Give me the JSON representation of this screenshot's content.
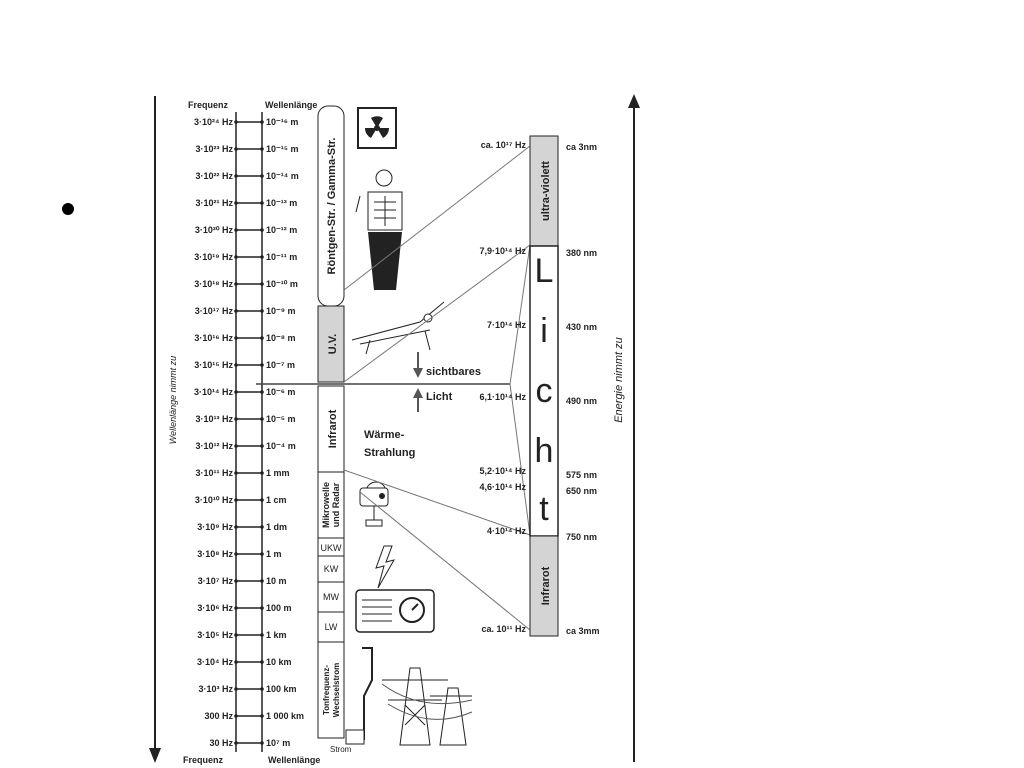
{
  "headers": {
    "freq_top": "Frequenz",
    "wave_top": "Wellenlänge",
    "freq_bottom": "Frequenz",
    "wave_bottom": "Wellenlänge"
  },
  "axes": {
    "left_label": "Wellenlänge nimmt zu",
    "right_label": "Energie nimmt zu"
  },
  "scale_rows": [
    {
      "f": "3·10²⁴ Hz",
      "w": "10⁻¹⁶ m"
    },
    {
      "f": "3·10²³ Hz",
      "w": "10⁻¹⁵ m"
    },
    {
      "f": "3·10²² Hz",
      "w": "10⁻¹⁴ m"
    },
    {
      "f": "3·10²¹ Hz",
      "w": "10⁻¹³ m"
    },
    {
      "f": "3·10²⁰ Hz",
      "w": "10⁻¹² m"
    },
    {
      "f": "3·10¹⁹ Hz",
      "w": "10⁻¹¹ m"
    },
    {
      "f": "3·10¹⁸ Hz",
      "w": "10⁻¹⁰ m"
    },
    {
      "f": "3·10¹⁷ Hz",
      "w": "10⁻⁹ m"
    },
    {
      "f": "3·10¹⁶ Hz",
      "w": "10⁻⁸ m"
    },
    {
      "f": "3·10¹⁵ Hz",
      "w": "10⁻⁷ m"
    },
    {
      "f": "3·10¹⁴ Hz",
      "w": "10⁻⁶ m"
    },
    {
      "f": "3·10¹³ Hz",
      "w": "10⁻⁵ m"
    },
    {
      "f": "3·10¹² Hz",
      "w": "10⁻⁴ m"
    },
    {
      "f": "3·10¹¹ Hz",
      "w": "1 mm"
    },
    {
      "f": "3·10¹⁰ Hz",
      "w": "1 cm"
    },
    {
      "f": "3·10⁹ Hz",
      "w": "1 dm"
    },
    {
      "f": "3·10⁸ Hz",
      "w": "1 m"
    },
    {
      "f": "3·10⁷ Hz",
      "w": "10 m"
    },
    {
      "f": "3·10⁶ Hz",
      "w": "100 m"
    },
    {
      "f": "3·10⁵ Hz",
      "w": "1 km"
    },
    {
      "f": "3·10⁴ Hz",
      "w": "10 km"
    },
    {
      "f": "3·10³ Hz",
      "w": "100 km"
    },
    {
      "f": "300 Hz",
      "w": "1 000 km"
    },
    {
      "f": "30 Hz",
      "w": "10⁷ m"
    }
  ],
  "bands": {
    "gamma": "Röntgen-Str. / Gamma-Str.",
    "uv": "U.V.",
    "infrared": "Infrarot",
    "microwave_line1": "Mikrowelle",
    "microwave_line2": "und Radar",
    "ukw": "UKW",
    "kw": "KW",
    "mw": "MW",
    "lw": "LW",
    "ton_line1": "Tonfrequenz-",
    "ton_line2": "Wechselstrom",
    "strom": "Strom"
  },
  "middle": {
    "visible_line1": "sichtbares",
    "visible_line2": "Licht",
    "heat_line1": "Wärme-",
    "heat_line2": "Strahlung"
  },
  "zoom": {
    "uv_label": "ultra-violett",
    "light_letters": [
      "L",
      "i",
      "c",
      "h",
      "t"
    ],
    "ir_label": "Infrarot",
    "freqs": [
      {
        "label": "ca. 10¹⁷ Hz"
      },
      {
        "label": "7,9·10¹⁴ Hz"
      },
      {
        "label": "7·10¹⁴ Hz"
      },
      {
        "label": "6,1·10¹⁴ Hz"
      },
      {
        "label": "5,2·10¹⁴ Hz"
      },
      {
        "label": "4,6·10¹⁴ Hz"
      },
      {
        "label": "4·10¹⁴ Hz"
      },
      {
        "label": "ca. 10¹¹ Hz"
      }
    ],
    "waves": [
      {
        "label": "ca 3nm"
      },
      {
        "label": "380 nm"
      },
      {
        "label": "430 nm"
      },
      {
        "label": "490 nm"
      },
      {
        "label": "575 nm"
      },
      {
        "label": "650 nm"
      },
      {
        "label": "750 nm"
      },
      {
        "label": "ca 3mm"
      }
    ]
  },
  "colors": {
    "band_fill": "#d4d4d4",
    "ink": "#222222",
    "bullet": "#000000"
  },
  "icons": [
    "radiation-icon",
    "xray-person-icon",
    "sunbather-icon",
    "radar-dish-icon",
    "radio-icon",
    "lightning-icon",
    "power-pylon-icon",
    "electric-plug-icon"
  ]
}
